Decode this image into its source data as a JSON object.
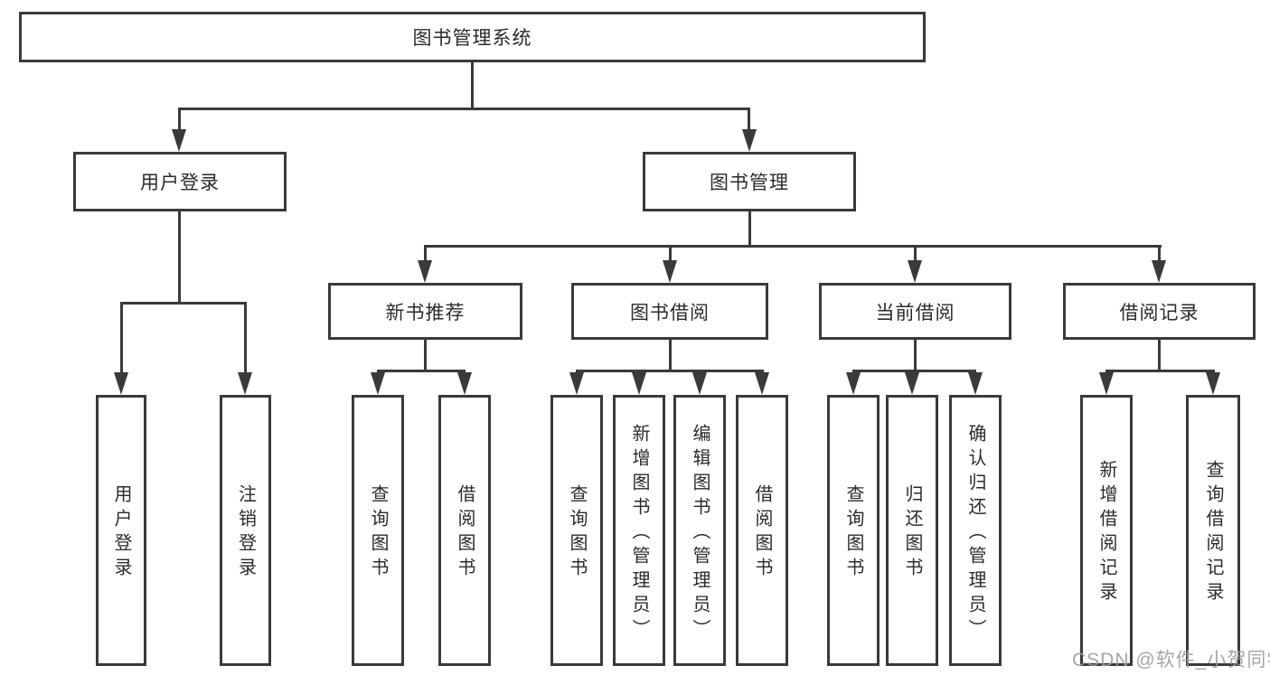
{
  "diagram": {
    "type": "tree",
    "root": {
      "label": "图书管理系统"
    },
    "level1": [
      {
        "label": "用户登录"
      },
      {
        "label": "图书管理"
      }
    ],
    "level2": [
      {
        "label": "新书推荐"
      },
      {
        "label": "图书借阅"
      },
      {
        "label": "当前借阅"
      },
      {
        "label": "借阅记录"
      }
    ],
    "leaves": {
      "user_login": [
        {
          "label": "用户登录"
        },
        {
          "label": "注销登录"
        }
      ],
      "new_book": [
        {
          "label": "查询图书"
        },
        {
          "label": "借阅图书"
        }
      ],
      "book_borrow": [
        {
          "label": "查询图书"
        },
        {
          "label": "新增图书（管理员）"
        },
        {
          "label": "编辑图书（管理员）"
        },
        {
          "label": "借阅图书"
        }
      ],
      "current_borrow": [
        {
          "label": "查询图书"
        },
        {
          "label": "归还图书"
        },
        {
          "label": "确认归还（管理员）"
        }
      ],
      "borrow_record": [
        {
          "label": "新增借阅记录"
        },
        {
          "label": "查询借阅记录"
        }
      ]
    },
    "watermark": "CSDN @软件_小贺同学",
    "colors": {
      "line": "#3a3a3a",
      "text": "#2b2b2b",
      "watermark": "#9b9b9b",
      "background": "#ffffff"
    }
  }
}
